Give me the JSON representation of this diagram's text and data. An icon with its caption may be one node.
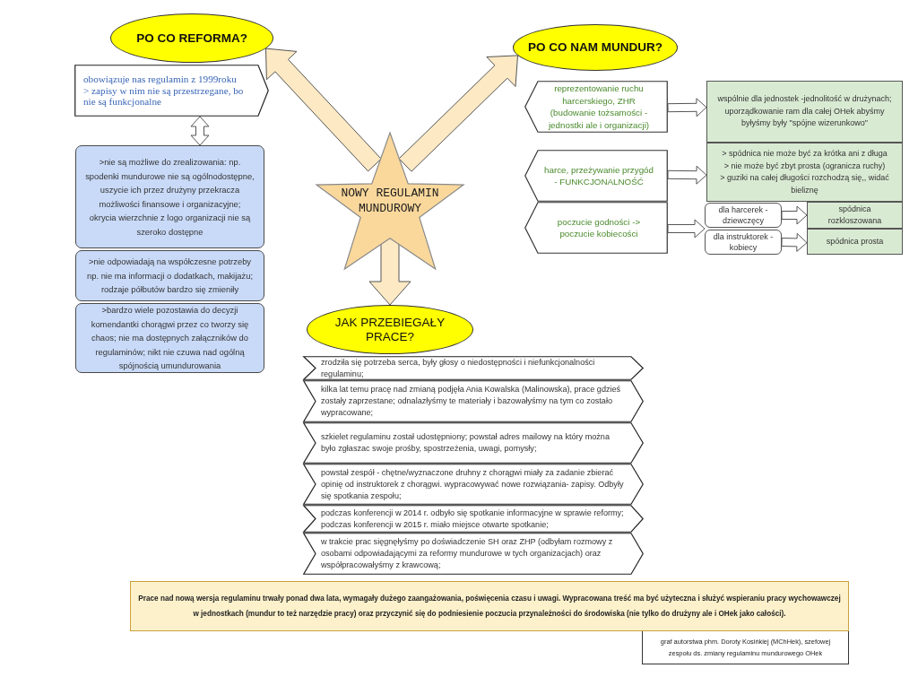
{
  "diagram": {
    "nodes": [
      {
        "text": [
          "PO CO REFORMA?"
        ]
      },
      {
        "text": [
          "PO CO NAM MUNDUR?"
        ]
      },
      {
        "text": [
          "obowiązuje nas regulamin z 1999roku",
          "> zapisy w nim nie są przestrzegane, bo nie są funkcjonalne"
        ]
      },
      {
        "text": [
          ">nie są możliwe do zrealizowania: np. spodenki mundurowe nie są ogólnodostępne, uszycie ich przez drużyny przekracza możliwości finansowe i organizacyjne; okrycia wierzchnie z logo organizacji nie są szeroko dostępne"
        ]
      },
      {
        "text": [
          ">nie odpowiadają na współczesne potrzeby np. nie ma informacji o dodatkach, makijażu; rodzaje półbutów bardzo się zmieniły"
        ]
      },
      {
        "text": [
          ">bardzo wiele pozostawia do decyzji komendantki chorągwi przez co tworzy się chaos; nie ma dostępnych załączników do regulaminów; nikt nie czuwa nad ogólną spójnością umundurowania"
        ]
      },
      {
        "text": [
          "NOWY REGULAMIN MUNDUROWY"
        ]
      },
      {
        "text": [
          "JAK PRZEBIEGAŁY PRACE?"
        ]
      },
      {
        "text": [
          "zrodziła się potrzeba serca, były głosy o niedostępności i niefunkcjonalności regulaminu;"
        ]
      },
      {
        "text": [
          "kilka lat temu pracę nad zmianą podjęła Ania Kowalska (Malinowska), prace gdzieś zostały zaprzestane; odnalazłyśmy te materiały i bazowałyśmy na tym co zostało wypracowane;"
        ]
      },
      {
        "text": [
          "szkielet regulaminu został udostępniony; powstał adres mailowy na który można było zgłaszac swoje prośby, spostrzeżenia, uwagi, pomysły;"
        ]
      },
      {
        "text": [
          "powstał zespół - chętne/wyznaczone druhny z chorągwi miały za zadanie zbierać opinię od instruktorek z chorągwi. wypracowywać nowe rozwiązania- zapisy. Odbyły się spotkania zespołu;"
        ]
      },
      {
        "text": [
          "podczas konferencji w 2014 r. odbyło się spotkanie informacyjne w sprawie reformy; podczas konferencji w 2015 r. miało miejsce otwarte spotkanie;"
        ]
      },
      {
        "text": [
          "w trakcie prac sięgnęłyśmy po doświadczenie SH oraz ZHP (odbyłam rozmowy z osobami odpowiadającymi za reformy mundurowe w tych organizacjach) oraz współpracowałyśmy z krawcową;"
        ]
      },
      {
        "text": [
          "reprezentowanie ruchu harcerskiego, ZHR (budowanie tożsamości - jednostki ale i organizacji)"
        ]
      },
      {
        "text": [
          "harce, przeżywanie przygód - FUNKCJONALNOŚĆ"
        ]
      },
      {
        "text": [
          "poczucie godności -> poczucie kobiecości"
        ]
      },
      {
        "text": [
          "wspólnie dla jednostek -jednolitość w drużynach; uporządkowanie ram dla całej OHek abyśmy byłyśmy były \"spójne wizerunkowo\""
        ]
      },
      {
        "text": [
          "> spódnica nie może być za krótka ani z długa",
          "> nie może być zbyt prosta (ogranicza ruchy)",
          "> guziki na całej długości rozchodzą się,, widać bieliznę"
        ]
      },
      {
        "text": [
          "dla harcerek - dziewczęcy"
        ]
      },
      {
        "text": [
          "dla instruktorek - kobiecy"
        ]
      },
      {
        "text": [
          "spódnica rozkloszowana"
        ]
      },
      {
        "text": [
          "spódnica prosta"
        ]
      },
      {
        "text": [
          "Prace nad nową wersja regulaminu trwały ponad dwa lata, wymagały dużego zaangażowania, poświęcenia czasu i uwagi. Wypracowana treść ma być użyteczna i służyć wspieraniu pracy wychowawczej w jednostkach (mundur to też narzędzie pracy) oraz przyczynić się do podniesienie poczucia przynależności do środowiska (nie tylko do drużyny ale i OHek jako całości)."
        ]
      },
      {
        "text": [
          "graf autorstwa phm. Doroty Kosińkiej (MChHek), szefowej zespołu ds. zmiany regulaminu mundurowego OHek"
        ]
      }
    ],
    "edges": [
      {
        "from": 6,
        "to": 0,
        "arrow": "to",
        "style": "thick",
        "color": "#fde9c4"
      },
      {
        "from": 6,
        "to": 1,
        "arrow": "to",
        "style": "thick",
        "color": "#fde9c4"
      },
      {
        "from": 6,
        "to": 7,
        "arrow": "to",
        "style": "thick",
        "color": "#fde9c4"
      },
      {
        "from": 2,
        "to": 3,
        "arrow": "both"
      },
      {
        "from": 14,
        "to": 17,
        "arrow": "to"
      },
      {
        "from": 15,
        "to": 18,
        "arrow": "to"
      },
      {
        "from": 16,
        "to": 19,
        "arrow": "to"
      },
      {
        "from": 16,
        "to": 20,
        "arrow": "to"
      },
      {
        "from": 19,
        "to": 21,
        "arrow": "to"
      },
      {
        "from": 20,
        "to": 22,
        "arrow": "to"
      }
    ]
  }
}
